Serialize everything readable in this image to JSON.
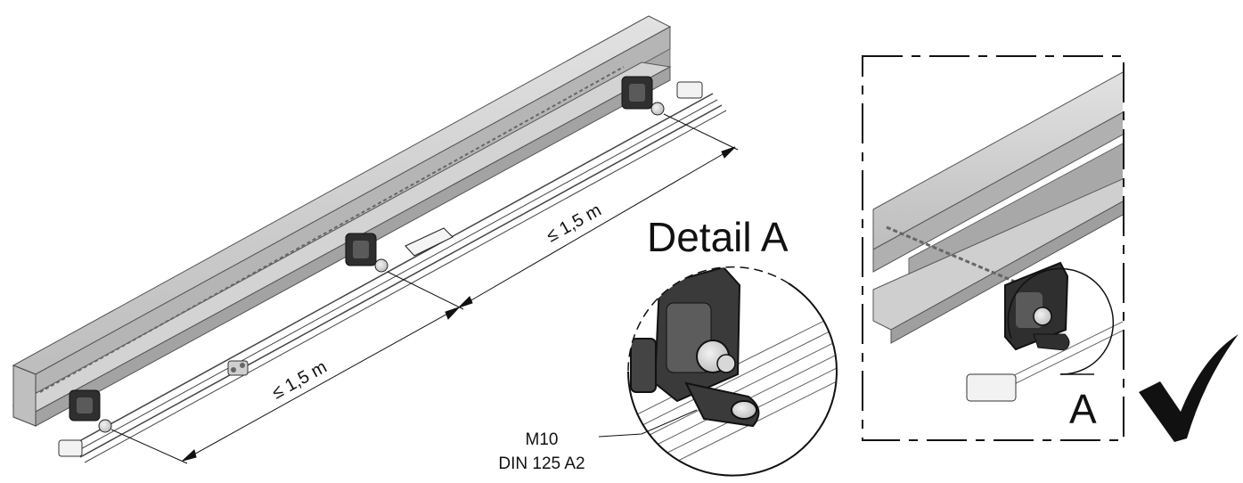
{
  "dimensions": {
    "spacing_right": "≤ 1,5 m",
    "spacing_left": "≤ 1,5 m"
  },
  "detail": {
    "title": "Detail A",
    "bolt_line1": "M10",
    "bolt_line2": "DIN 125 A2"
  },
  "inset": {
    "marker": "A",
    "status": "correct",
    "status_icon": "checkmark-icon"
  },
  "colors": {
    "beam": "#c9c9c9",
    "beam_dark": "#9a9a9a",
    "bracket": "#2f2f2f",
    "line": "#111111"
  }
}
